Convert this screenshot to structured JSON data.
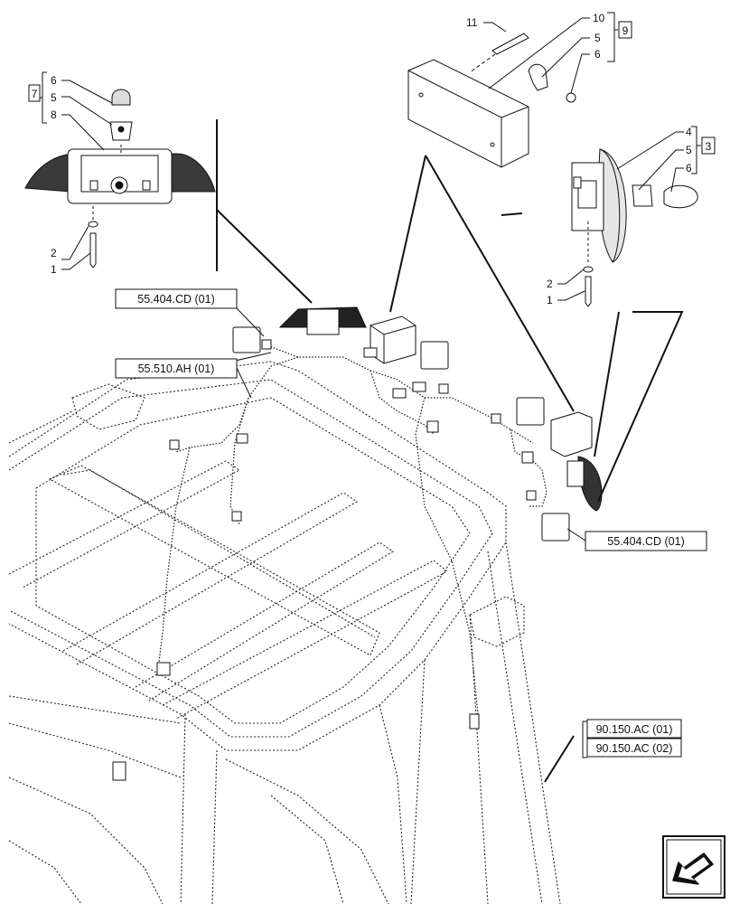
{
  "callouts": {
    "lamp_left_group": {
      "bracket_number": "7",
      "items": [
        "6",
        "5",
        "8"
      ],
      "screw": "1",
      "washer": "2"
    },
    "module_group": {
      "bracket_number": "9",
      "items": [
        "10",
        "5",
        "6"
      ],
      "bolt": "11"
    },
    "right_light_group": {
      "bracket_number": "3",
      "items": [
        "4",
        "5",
        "6"
      ],
      "screw": "1",
      "washer": "2"
    }
  },
  "references": {
    "harness_top": "55.404.CD (01)",
    "harness_main": "55.510.AH (01)",
    "harness_right": "55.404.CD (01)",
    "cable_a": "90.150.AC (01)",
    "cable_b": "90.150.AC (02)"
  },
  "navigation": {
    "icon": "back-arrow-icon"
  }
}
